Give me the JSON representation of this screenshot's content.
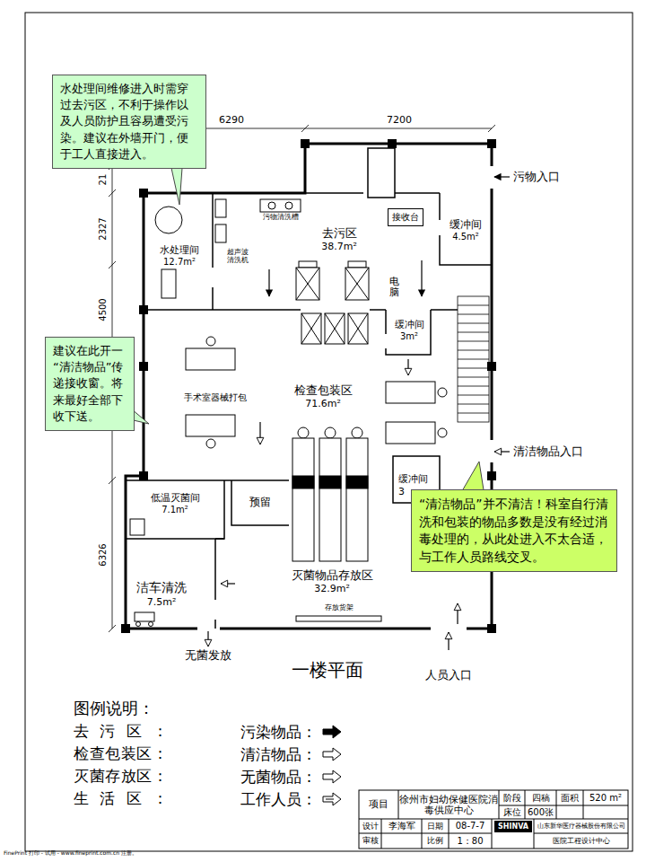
{
  "diagram": {
    "title": "一楼平面",
    "nodes": [
      {
        "text": [
          "水处理间维修进入时需穿过去污区，不利于操作以及人员防护且容易遭受污染。建议在外墙开门，便于工人直接进入。"
        ]
      },
      {
        "text": [
          "水处理间",
          "12.7m²"
        ]
      },
      {
        "text": [
          "去污区",
          "38.7m²"
        ]
      },
      {
        "text": [
          "接收台"
        ],
        "in": 2
      },
      {
        "text": [
          "缓冲间",
          "4.5m²"
        ]
      },
      {
        "text": [
          "缓冲间",
          "3m²"
        ]
      },
      {
        "text": [
          "建议在此开一“清洁物品”传递接收窗。将来最好全部下收下送。"
        ]
      },
      {
        "text": [
          "检查包装区",
          "71.6m²"
        ]
      },
      {
        "text": [
          "“清洁物品”并不清洁！科室自行清洗和包装的物品多数是没有经过消毒处理的，从此处进入不太合适，与工作人员路线交叉。"
        ]
      },
      {
        "text": [
          "缓冲间",
          "3"
        ]
      },
      {
        "text": [
          "低温灭菌间",
          "7.1m²"
        ]
      },
      {
        "text": [
          "预留"
        ]
      },
      {
        "text": [
          "洁车清洗",
          "7.5m²"
        ]
      },
      {
        "text": [
          "灭菌物品存放区",
          "32.9m²"
        ]
      }
    ],
    "labels": [
      "6290",
      "7200",
      "21",
      "2327",
      "4500",
      "6326",
      "污物清洗槽",
      "超声波清洗机",
      "电脑",
      "手术室器械打包",
      "存放货架",
      "污物入口",
      "清洁物品入口",
      "人员入口",
      "无菌发放",
      "图例说明：",
      "去污区：",
      "检查包装区：",
      "灭菌存放区：",
      "生活区：",
      "项目",
      "徐州市妇幼保健医院消毒供应中心",
      "阶段",
      "四稿",
      "面积",
      "520 m²",
      "床位",
      "600张",
      "设计",
      "李海军",
      "日期",
      "08-7-7",
      "SHINVA",
      "山东新华医疗器械股份有限公司",
      "审核",
      "比例",
      "1：80",
      "医院工程设计中心",
      "FinePrint 打印 - 试用 - www.fineprint.com.cn 注册。"
    ],
    "legend": [
      {
        "text": "污染物品："
      },
      {
        "text": "清洁物品："
      },
      {
        "text": "无菌物品："
      },
      {
        "text": "工作人员："
      }
    ]
  }
}
